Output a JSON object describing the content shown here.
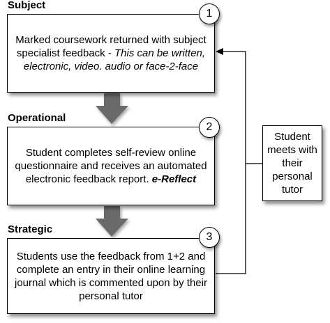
{
  "steps": [
    {
      "heading": "Subject",
      "number": "1",
      "text": "Marked coursework returned with subject specialist feedback - ",
      "italic": "This can be written, electronic, video. audio or face-2-face",
      "bold_italic": ""
    },
    {
      "heading": "Operational",
      "number": "2",
      "text": "Student completes self-review online questionnaire and receives an automated electronic feedback report. ",
      "italic": "",
      "bold_italic": "e-Reflect"
    },
    {
      "heading": "Strategic",
      "number": "3",
      "text": "Students use the feedback from 1+2 and complete an entry in their online learning journal which is commented upon by their personal tutor",
      "italic": "",
      "bold_italic": ""
    }
  ],
  "side_box": {
    "text": "Student meets with their personal tutor"
  },
  "colors": {
    "down_arrow": "#6b6b6b",
    "line": "#000000"
  }
}
